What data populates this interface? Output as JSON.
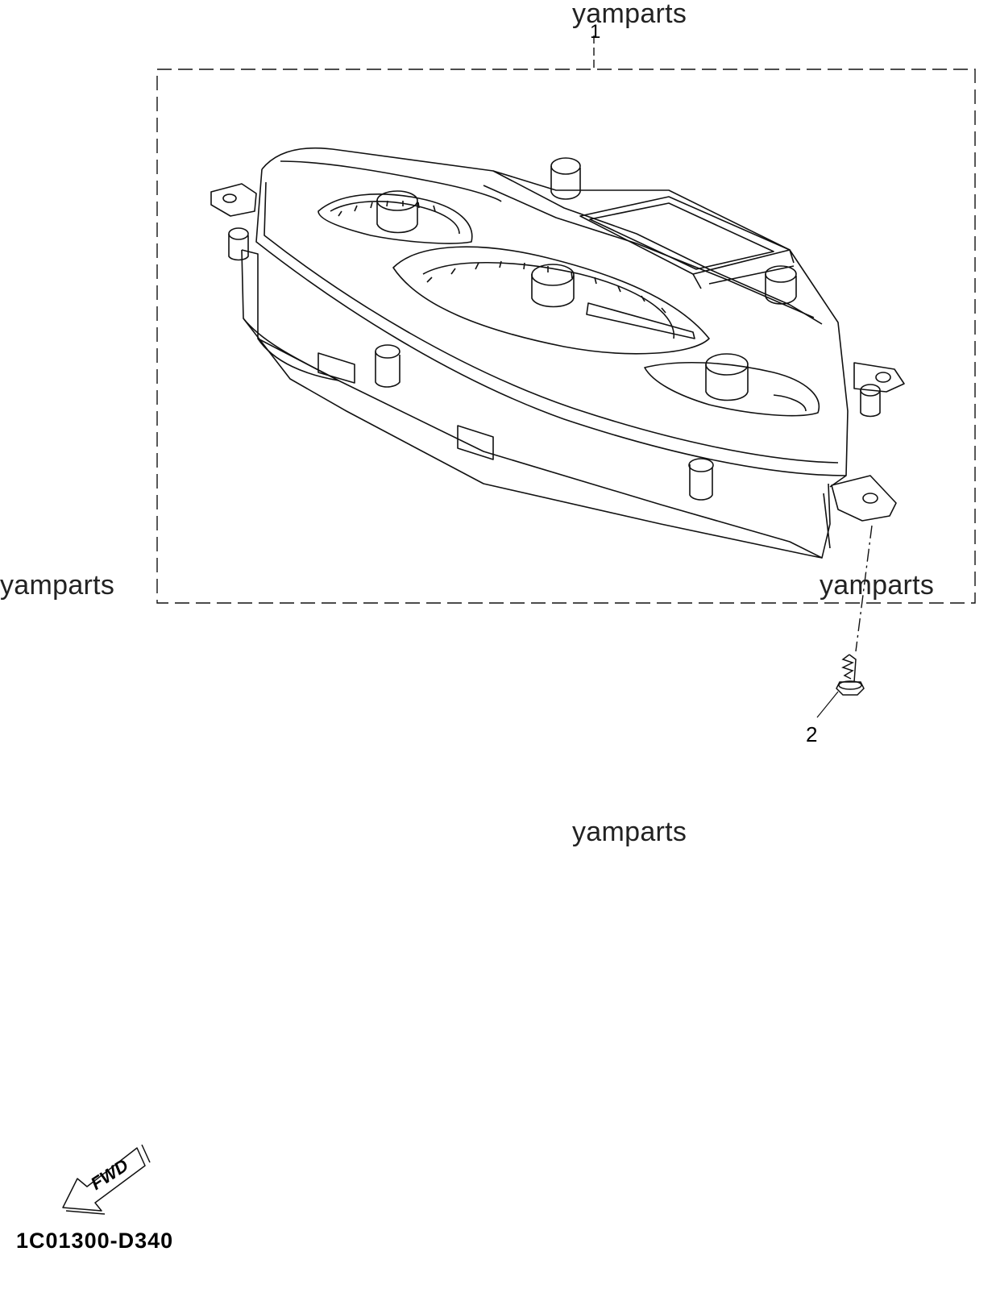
{
  "watermarks": [
    "yamparts",
    "yamparts",
    "yamparts",
    "yamparts"
  ],
  "callouts": {
    "part1": "1",
    "part2": "2"
  },
  "fwd_label": "FWD",
  "diagram_code": "1C01300-D340",
  "icons": {
    "meter": "speedometer-assembly-icon",
    "screw": "screw-icon",
    "fwd": "fwd-arrow-icon"
  },
  "colors": {
    "line": "#111111",
    "background": "#ffffff"
  }
}
